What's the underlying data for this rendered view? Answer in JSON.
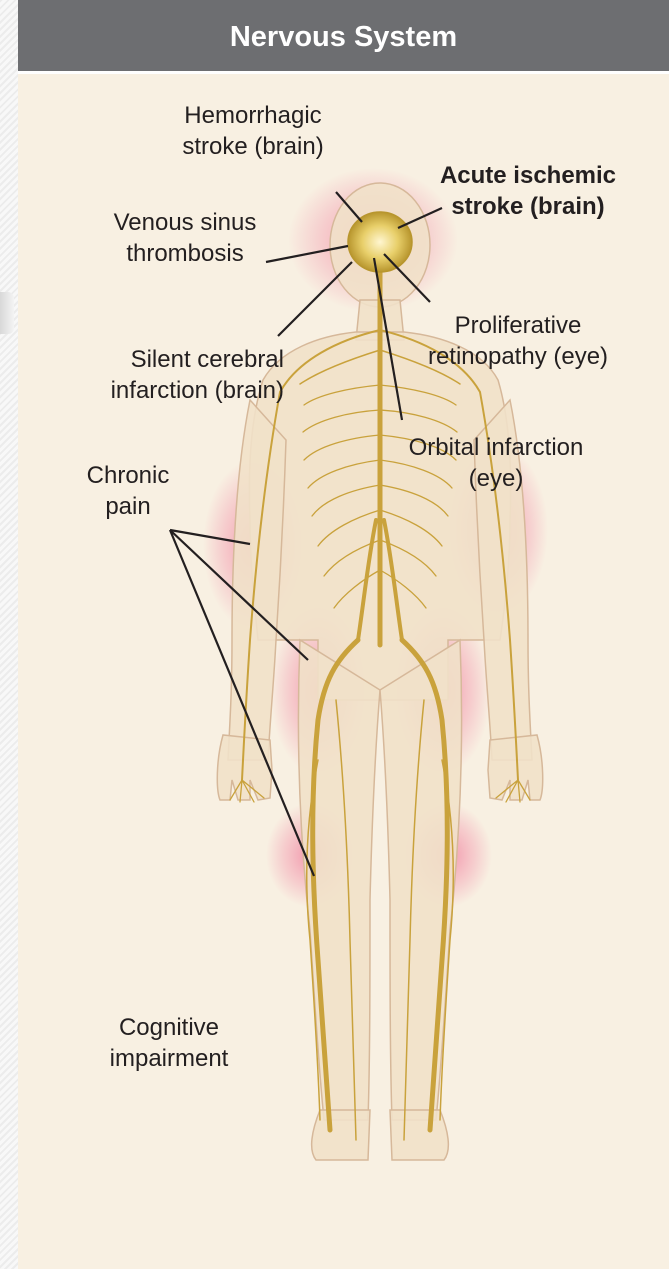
{
  "header": {
    "title": "Nervous System"
  },
  "labels": {
    "hemorrhagic": [
      "Hemorrhagic",
      "stroke (brain)"
    ],
    "acute": [
      "Acute ischemic",
      "stroke (brain)"
    ],
    "venous": [
      "Venous sinus",
      "thrombosis"
    ],
    "proliferative": [
      "Proliferative",
      "retinopathy (eye)"
    ],
    "silent": [
      "Silent cerebral",
      "infarction (brain)"
    ],
    "orbital": [
      "Orbital infarction",
      "(eye)"
    ],
    "chronic": [
      "Chronic",
      "pain"
    ],
    "cognitive": [
      "Cognitive",
      "impairment"
    ]
  },
  "colors": {
    "header_bg": "#6d6e71",
    "panel_bg": "#f8f0e2",
    "skin": "#f1e1c9",
    "nerve": "#c9a23c",
    "highlight": "#f28aa6",
    "leader_line": "#231f20"
  },
  "icons": {
    "figure": "human-body-nervous-system-illustration"
  }
}
